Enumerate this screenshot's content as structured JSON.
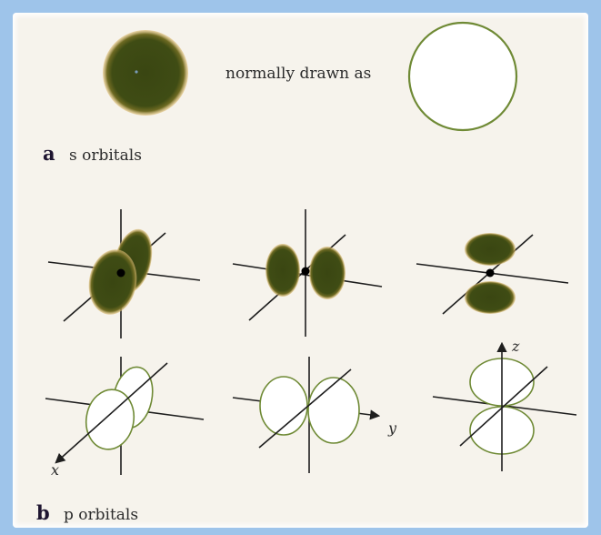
{
  "section_a": {
    "letter": "a",
    "title": "s orbitals",
    "caption": "normally drawn as"
  },
  "section_b": {
    "letter": "b",
    "title": "p orbitals"
  },
  "axis_labels": {
    "x": "x",
    "y": "y",
    "z": "z"
  },
  "colors": {
    "page": "#f6f3ec",
    "frame": "#9ec4ea",
    "lobe_fill": "#3d4a14",
    "lobe_glow": "#d8b468",
    "outline": "#6f8a35",
    "axis": "#1e1e1e"
  }
}
